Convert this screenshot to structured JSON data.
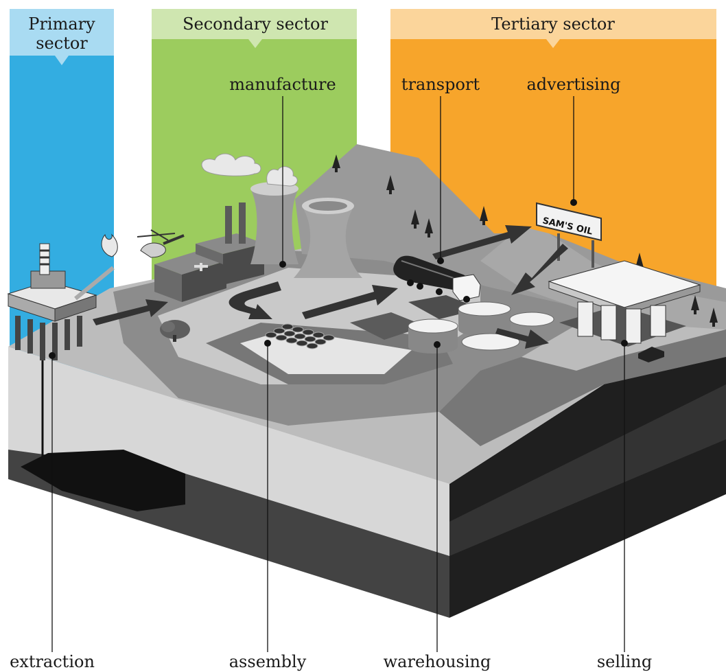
{
  "sectors": {
    "primary": {
      "line1": "Primary",
      "line2": "sector",
      "band_color": "#33ade1",
      "header_color": "#a9dbf2"
    },
    "secondary": {
      "label": "Secondary sector",
      "band_color": "#9ccc5e",
      "header_color": "#cfe6b0"
    },
    "tertiary": {
      "label": "Tertiary sector",
      "band_color": "#f7a52b",
      "header_color": "#fbd59b"
    }
  },
  "top_labels": {
    "manufacture": "manufacture",
    "transport": "transport",
    "advertising": "advertising"
  },
  "bottom_labels": {
    "extraction": "extraction",
    "assembly": "assembly",
    "warehousing": "warehousing",
    "selling": "selling"
  },
  "sign_text": "SAM'S OIL",
  "icons": [
    "oil-rig-icon",
    "helicopter-icon",
    "factory-icon",
    "cooling-tower-icon",
    "tanker-truck-icon",
    "storage-tank-icon",
    "barrels-icon",
    "gas-station-icon",
    "billboard-icon",
    "tree-icon",
    "car-icon",
    "flow-arrow-icon"
  ]
}
